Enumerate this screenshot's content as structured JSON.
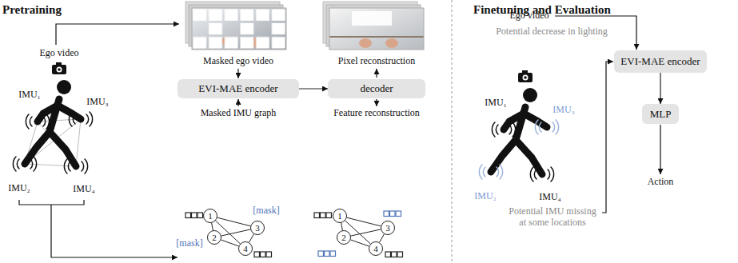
{
  "diagram": {
    "nodes": [
      {
        "text": [
          "EVI-MAE encoder"
        ]
      },
      {
        "text": [
          "decoder"
        ]
      },
      {
        "text": [
          "1"
        ]
      },
      {
        "text": [
          "3"
        ]
      },
      {
        "text": [
          "2"
        ]
      },
      {
        "text": [
          "4"
        ]
      },
      {
        "text": [
          "1"
        ]
      },
      {
        "text": [
          "3"
        ]
      },
      {
        "text": [
          "2"
        ]
      },
      {
        "text": [
          "4"
        ]
      },
      {
        "text": [
          "EVI-MAE encoder"
        ]
      },
      {
        "text": [
          "MLP"
        ]
      }
    ],
    "edges": [
      {
        "from": 0,
        "to": 1,
        "arrow": "to"
      },
      {
        "from": 2,
        "to": 3,
        "arrow": "none"
      },
      {
        "from": 2,
        "to": 4,
        "arrow": "none"
      },
      {
        "from": 2,
        "to": 5,
        "arrow": "none"
      },
      {
        "from": 3,
        "to": 4,
        "arrow": "none"
      },
      {
        "from": 3,
        "to": 5,
        "arrow": "none"
      },
      {
        "from": 4,
        "to": 5,
        "arrow": "none"
      },
      {
        "from": 6,
        "to": 7,
        "arrow": "none"
      },
      {
        "from": 6,
        "to": 8,
        "arrow": "none"
      },
      {
        "from": 6,
        "to": 9,
        "arrow": "none"
      },
      {
        "from": 7,
        "to": 8,
        "arrow": "none"
      },
      {
        "from": 7,
        "to": 9,
        "arrow": "none"
      },
      {
        "from": 8,
        "to": 9,
        "arrow": "none"
      },
      {
        "from": 10,
        "to": 11,
        "arrow": "to"
      }
    ],
    "labels": [
      "Pretraining",
      "Ego video",
      "IMU₁",
      "IMU₃",
      "IMU₂",
      "IMU₄",
      "Masked ego video",
      "Masked IMU graph",
      "[mask]",
      "[mask]",
      "Pixel reconstruction",
      "Feature reconstruction",
      "Finetuning and Evaluation",
      "Ego video",
      "Potential decrease in lighting",
      "IMU₁",
      "IMU₃",
      "IMU₂",
      "IMU₄",
      "Potential IMU missing at some locations",
      "Action"
    ]
  }
}
